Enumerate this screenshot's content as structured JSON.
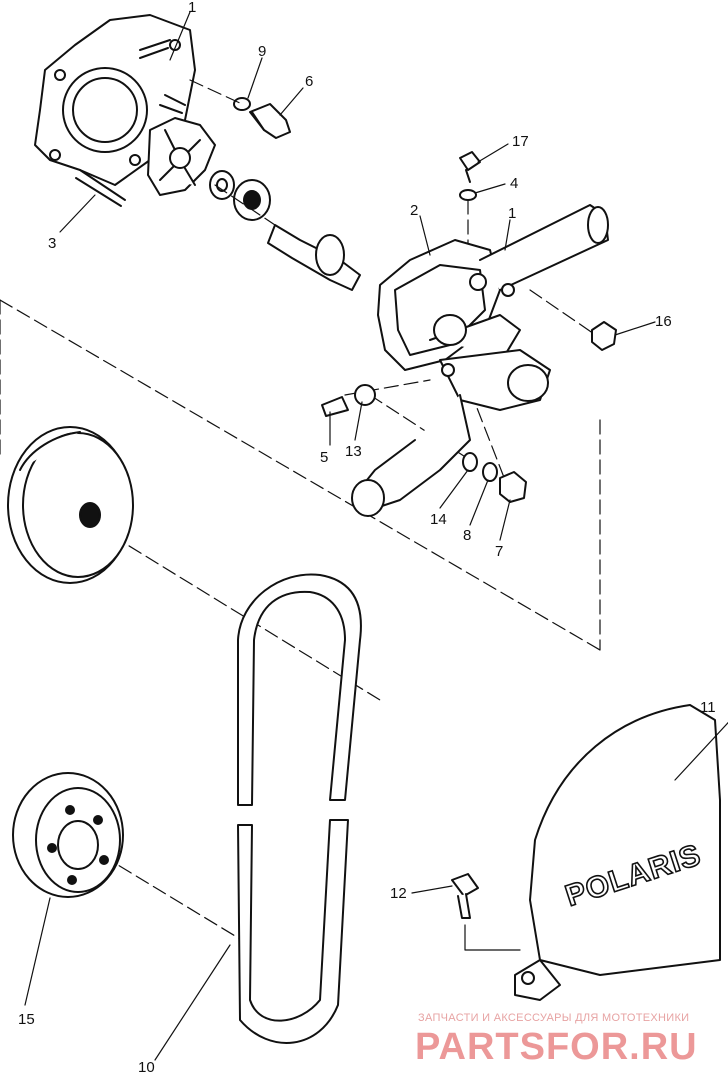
{
  "callouts": {
    "c1a": "1",
    "c9": "9",
    "c6": "6",
    "c17": "17",
    "c4": "4",
    "c2": "2",
    "c1b": "1",
    "c3": "3",
    "c16": "16",
    "c5": "5",
    "c13": "13",
    "c14": "14",
    "c8": "8",
    "c7": "7",
    "c11": "11",
    "c12": "12",
    "c15": "15",
    "c10": "10"
  },
  "cover_logo": "POLARIS",
  "watermark": {
    "line1": "ЗАПЧАСТИ И АКСЕССУАРЫ ДЛЯ МОТОТЕХНИКИ",
    "line2": "PARTSFOR.RU"
  }
}
